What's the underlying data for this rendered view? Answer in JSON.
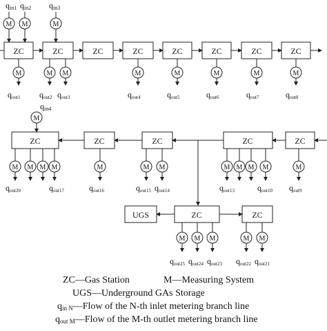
{
  "zc_label": "ZC",
  "ugs_label": "UGS",
  "meter_label": "M",
  "flow_prefix": "q",
  "inlets": [
    "in1",
    "in2",
    "in3",
    "in4"
  ],
  "outlets_row1": [
    "out1",
    "out2",
    "out3",
    "out4",
    "out5",
    "out6",
    "out7",
    "out8"
  ],
  "outlets_row2": [
    "out20",
    "out17",
    "out16",
    "out15",
    "out14",
    "out13",
    "out10",
    "out9"
  ],
  "outlets_row3": [
    "out25",
    "out24",
    "out23",
    "out22",
    "out21"
  ],
  "legend": {
    "line1a": "ZC—Gas Station",
    "line1b": "M—Measuring System",
    "line2": "UGS—Underground GAs Storage",
    "line3_q": "q",
    "line3_sub": "in N",
    "line3_text": "—Flow of the N-th inlet metering branch line",
    "line4_q": "q",
    "line4_sub": "out M",
    "line4_text": "—Flow of the M-th outlet metering branch line"
  }
}
